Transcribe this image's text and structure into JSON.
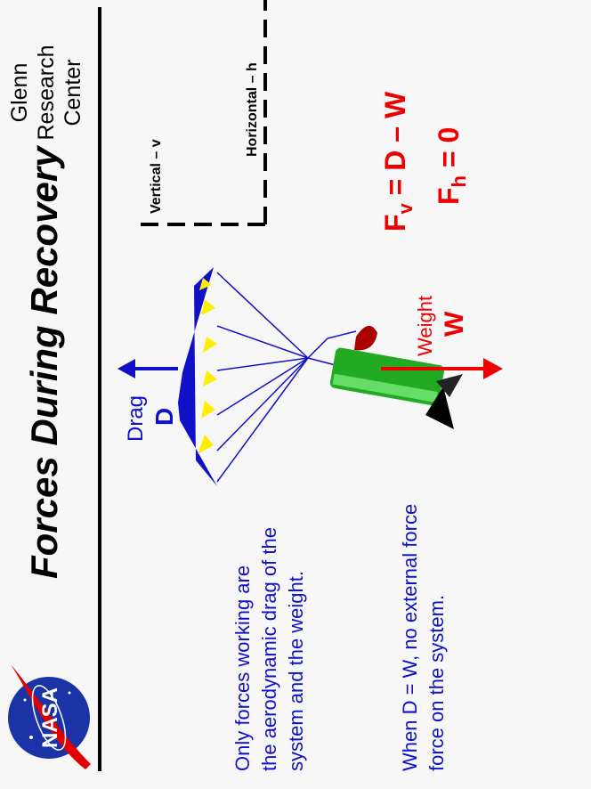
{
  "header": {
    "title": "Forces  During  Recovery",
    "org_lines": [
      "Glenn",
      "Research",
      "Center"
    ],
    "logo_text": "NASA"
  },
  "axes": {
    "vertical_label": "Vertical  –  v",
    "horizontal_label": "Horizontal –  h"
  },
  "forces": {
    "drag_word": "Drag",
    "drag_symbol": "D",
    "weight_word": "Weight",
    "weight_symbol": "W"
  },
  "equations": {
    "fv_base": "F",
    "fv_sub": "v",
    "fv_rhs": " =  D  –  W",
    "fh_base": "F",
    "fh_sub": "h",
    "fh_rhs": " =  0"
  },
  "notes": {
    "para1": [
      "Only  forces  working  are",
      "the  aerodynamic drag  of the",
      "system  and  the  weight."
    ],
    "para2": [
      "When  D = W,   no external force",
      "force  on  the  system."
    ]
  },
  "colors": {
    "blue": "#1010c8",
    "red": "#ee0000",
    "green": "#22aa22",
    "yellow": "#ffee00",
    "black": "#000000"
  }
}
